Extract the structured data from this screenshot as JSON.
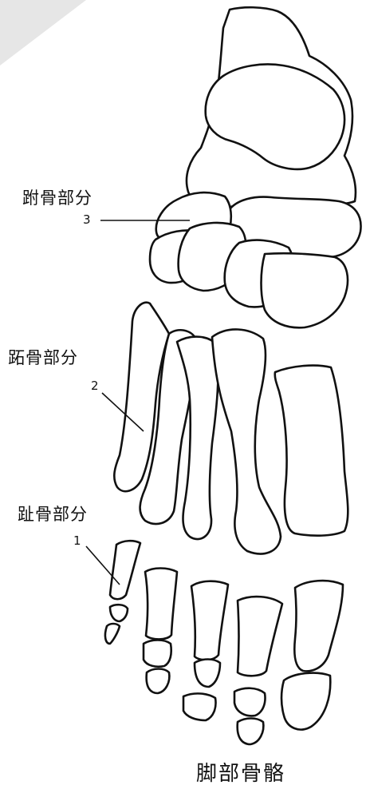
{
  "labels": {
    "tarsal": "跗骨部分",
    "metatarsal": "跖骨部分",
    "phalanx": "趾骨部分"
  },
  "markers": {
    "tarsal": "3",
    "metatarsal": "2",
    "phalanx": "1"
  },
  "caption": "脚部骨骼",
  "colors": {
    "line": "#111111",
    "background": "#ffffff",
    "corner_shade": "#e6e6e6"
  }
}
